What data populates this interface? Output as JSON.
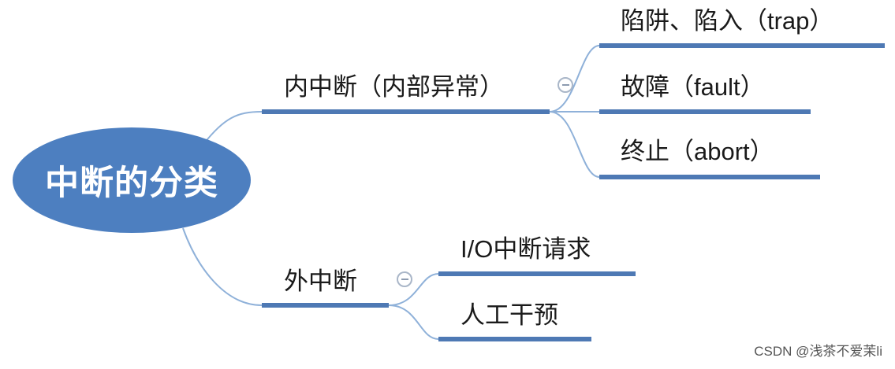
{
  "mindmap": {
    "root": "中断的分类",
    "branches": [
      {
        "label": "内中断（内部异常）",
        "children": [
          "陷阱、陷入（trap）",
          "故障（fault）",
          "终止（abort）"
        ]
      },
      {
        "label": "外中断",
        "children": [
          "I/O中断请求",
          "人工干预"
        ]
      }
    ]
  },
  "watermark": "CSDN @浅茶不爱茉li",
  "colors": {
    "root_fill": "#4d7fc0",
    "underline": "#4e79b4",
    "connector": "#8fb1d9"
  },
  "icons": {
    "collapse": "minus-circle-icon"
  }
}
